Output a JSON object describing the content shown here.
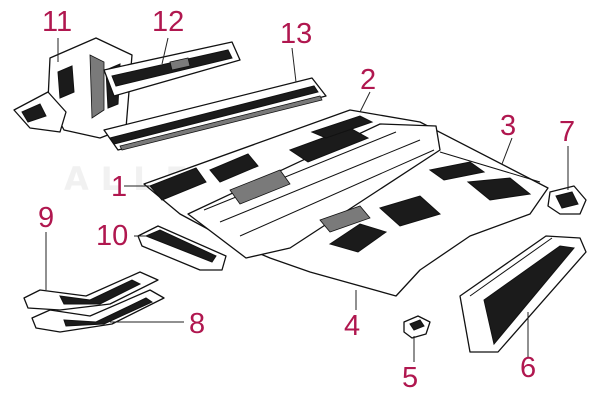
{
  "watermark": "ALLESTI-PARTS",
  "callout_color": "#b0174f",
  "callouts": [
    "1",
    "2",
    "3",
    "4",
    "5",
    "6",
    "7",
    "8",
    "9",
    "10",
    "11",
    "12",
    "13"
  ]
}
